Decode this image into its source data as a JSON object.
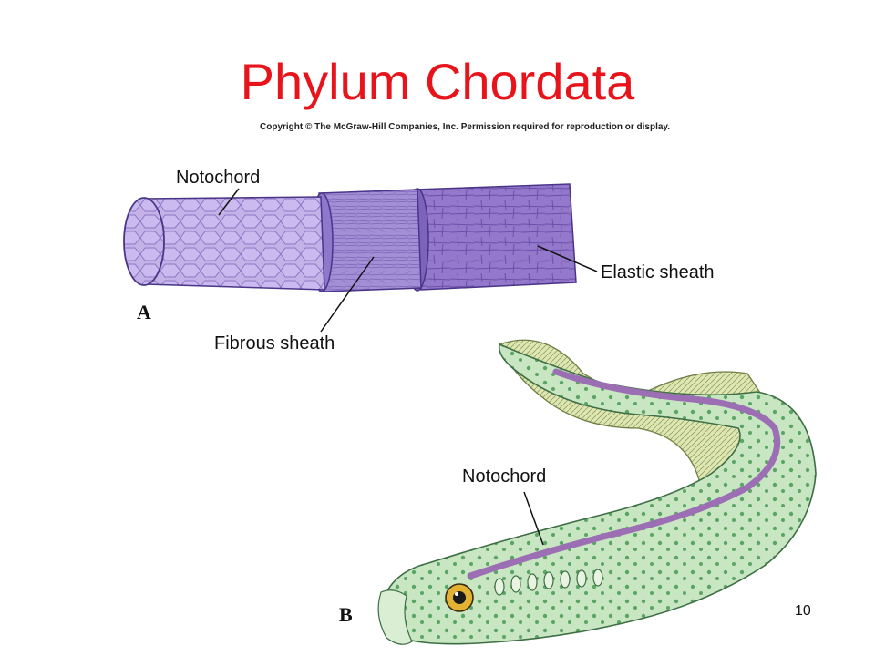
{
  "title": "Phylum Chordata",
  "copyright": "Copyright © The McGraw-Hill Companies, Inc. Permission required for reproduction or display.",
  "panel_a": {
    "letter": "A",
    "labels": {
      "notochord": "Notochord",
      "elastic_sheath": "Elastic sheath",
      "fibrous_sheath": "Fibrous sheath"
    }
  },
  "panel_b": {
    "letter": "B",
    "labels": {
      "notochord": "Notochord"
    }
  },
  "slide_number": "10",
  "colors": {
    "title_red": "#e8141c",
    "notochord_purple": "#b9a4e0",
    "sheath_purple": "#8f76c8",
    "lamprey_green": "#cfe8c6",
    "lamprey_spots": "#4f9a5a",
    "fin_yellow": "#d8e0a6"
  }
}
